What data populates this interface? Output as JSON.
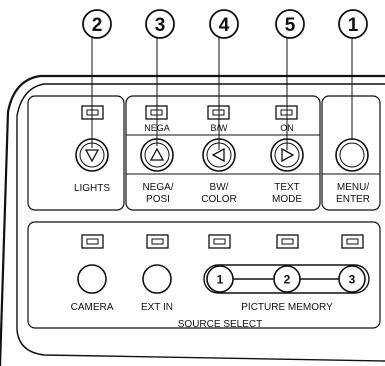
{
  "callouts": [
    "2",
    "3",
    "4",
    "5",
    "1"
  ],
  "indicators": {
    "nega": "NEGA",
    "bw": "B/W",
    "on": "ON"
  },
  "buttons": {
    "lights": "LIGHTS",
    "nega_posi": [
      "NEGA/",
      "POSI"
    ],
    "bw_color": [
      "BW/",
      "COLOR"
    ],
    "text_mode": [
      "TEXT",
      "MODE"
    ],
    "menu_enter": [
      "MENU/",
      "ENTER"
    ]
  },
  "source": {
    "camera": "CAMERA",
    "ext_in": "EXT IN",
    "picture_memory": "PICTURE MEMORY",
    "memory_numbers": [
      "1",
      "2",
      "3"
    ],
    "source_select": "SOURCE SELECT"
  }
}
